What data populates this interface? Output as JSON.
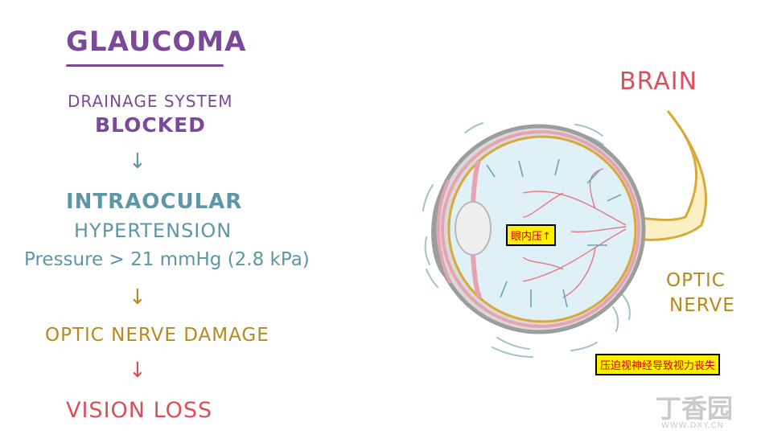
{
  "flow": {
    "title": "Glaucoma",
    "step1_line1": "Drainage system",
    "step1_line2": "blocked",
    "step2_line1": "Intraocular",
    "step2_line2": "hypertension",
    "step2_line3": "Pressure > 21 mmHg (2.8 kPa)",
    "step3": "Optic nerve damage",
    "step4": "Vision loss",
    "arrow_symbol": "↓"
  },
  "eye": {
    "brain_label": "Brain",
    "optic_label_1": "Optic",
    "optic_label_2": "Nerve",
    "iop_box": "眼内压↑",
    "result_box": "压迫视神经导致视力丧失"
  },
  "watermark": {
    "text": "丁香园",
    "url": "WWW.DXY.CN"
  },
  "colors": {
    "purple": "#7a4a98",
    "teal": "#5c96a7",
    "gold": "#b58a1c",
    "red": "#d9505a",
    "box_bg": "#ffef00",
    "box_text": "#d10000"
  }
}
